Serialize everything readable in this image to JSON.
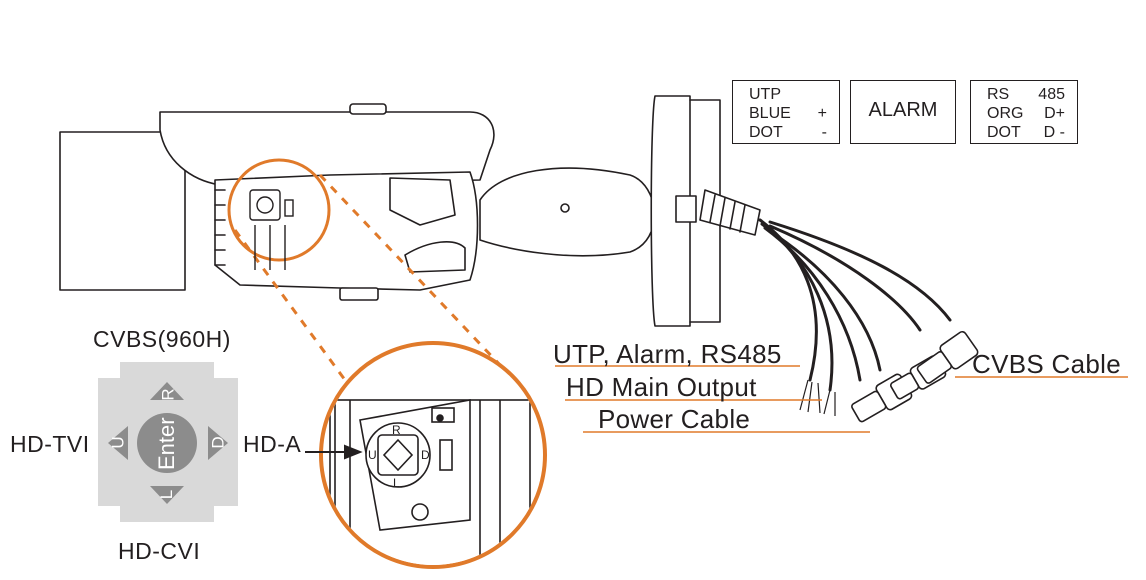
{
  "connector_boxes": {
    "utp": {
      "rows": [
        {
          "left": "UTP",
          "right": ""
        },
        {
          "left": "BLUE",
          "right": "+"
        },
        {
          "left": "DOT",
          "right": "-"
        }
      ]
    },
    "alarm": {
      "label": "ALARM"
    },
    "rs485": {
      "rows": [
        {
          "left": "RS",
          "right": "485"
        },
        {
          "left": "ORG",
          "right": "D+"
        },
        {
          "left": "DOT",
          "right": "D -"
        }
      ]
    }
  },
  "cables": {
    "utp_alarm_rs485": "UTP, Alarm, RS485",
    "hd_main_output": "HD Main Output",
    "power_cable": "Power Cable",
    "cvbs_cable": "CVBS Cable"
  },
  "joystick": {
    "top_mode": "CVBS(960H)",
    "left_mode": "HD-TVI",
    "right_mode": "HD-A",
    "bottom_mode": "HD-CVI",
    "center": "Enter",
    "dir_up": "R",
    "dir_down": "L",
    "dir_left": "U",
    "dir_right": "D"
  },
  "zoom_joystick": {
    "r": "R",
    "l": "L",
    "u": "U",
    "d": "D"
  },
  "colors": {
    "line": "#231f20",
    "accent_orange": "#e07a2a",
    "joystick_fill": "#d9d9d9",
    "joystick_arrow": "#8c8c8c"
  }
}
